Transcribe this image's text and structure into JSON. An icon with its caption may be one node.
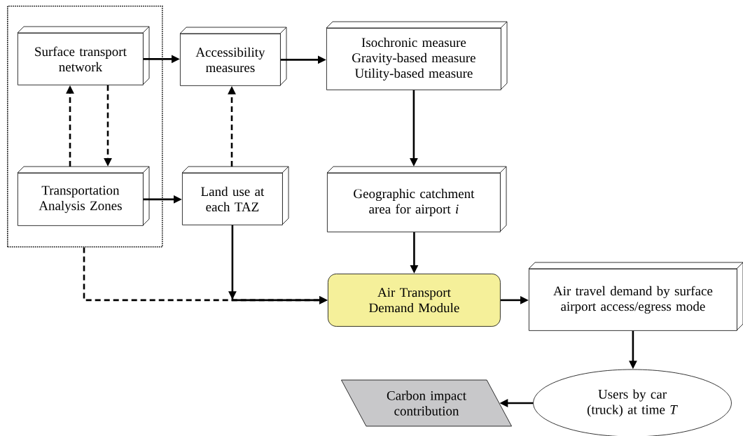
{
  "diagram": {
    "nodes": [
      {
        "text": [],
        "shape": "box"
      },
      {
        "text": [
          "Surface transport network"
        ],
        "in": 0
      },
      {
        "text": [
          "Accessibility measures"
        ]
      },
      {
        "text": [
          "Isochronic measure",
          "Gravity-based measure",
          "Utility-based measure"
        ]
      },
      {
        "text": [
          "Transportation Analysis Zones"
        ],
        "in": 0
      },
      {
        "text": [
          "Land use at each TAZ"
        ]
      },
      {
        "text": [
          "Geographic catchment area for airport *i*"
        ]
      },
      {
        "text": [
          "Air Transport Demand Module"
        ]
      },
      {
        "text": [
          "Air travel demand by surface airport access/egress mode"
        ]
      },
      {
        "text": [
          "Carbon impact contribution"
        ]
      },
      {
        "text": [
          "Users by car (truck) at time *T*"
        ]
      }
    ],
    "edges": [
      {
        "from": 1,
        "to": 2,
        "arrow": "to"
      },
      {
        "from": 2,
        "to": 3,
        "arrow": "to"
      },
      {
        "from": 4,
        "to": 1,
        "arrow": "to",
        "style": "dashed"
      },
      {
        "from": 1,
        "to": 4,
        "arrow": "to",
        "style": "dashed"
      },
      {
        "from": 4,
        "to": 5,
        "arrow": "to"
      },
      {
        "from": 5,
        "to": 2,
        "arrow": "to",
        "style": "dashed"
      },
      {
        "from": 3,
        "to": 6,
        "arrow": "to"
      },
      {
        "from": 0,
        "to": 7,
        "arrow": "to",
        "style": "dashed"
      },
      {
        "from": 5,
        "to": 7,
        "arrow": "to"
      },
      {
        "from": 6,
        "to": 7,
        "arrow": "to"
      },
      {
        "from": 7,
        "to": 8,
        "arrow": "to"
      },
      {
        "from": 8,
        "to": 10,
        "arrow": "to"
      },
      {
        "from": 10,
        "to": 9,
        "arrow": "to"
      }
    ]
  }
}
